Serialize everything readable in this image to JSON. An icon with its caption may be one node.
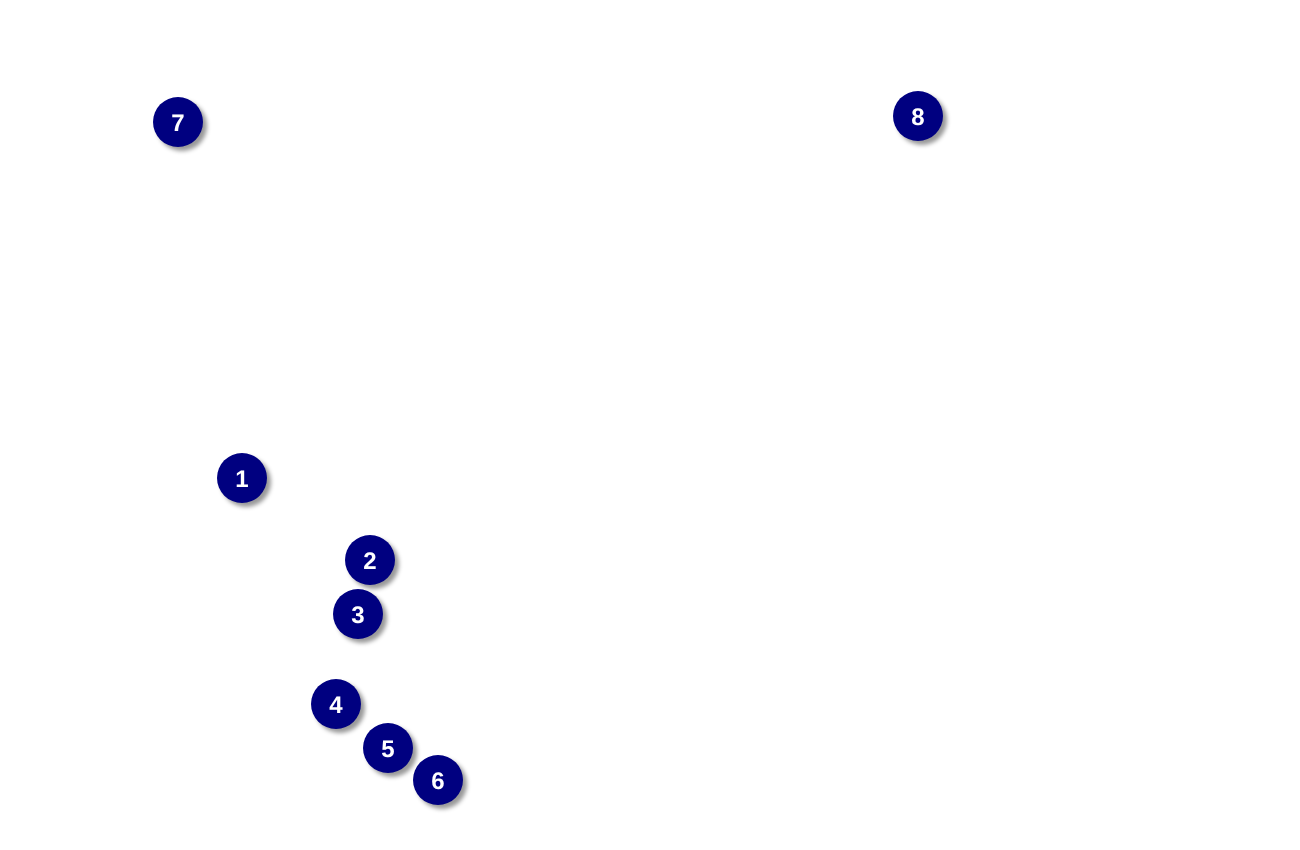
{
  "diagram": {
    "labels": [
      "7",
      "8",
      "1",
      "2",
      "3",
      "4",
      "5",
      "6"
    ]
  }
}
